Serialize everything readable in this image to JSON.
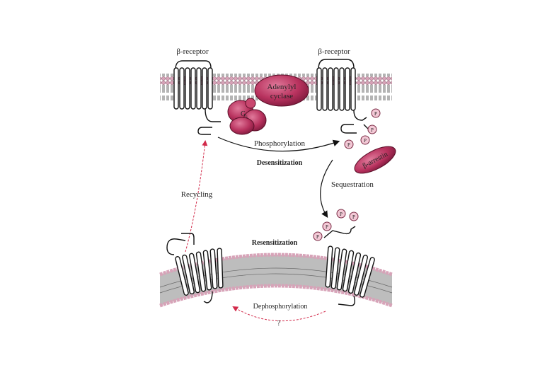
{
  "labels": {
    "receptor_left": "β-receptor",
    "receptor_right": "β-receptor",
    "adenylyl_line1": "Adenylyl",
    "adenylyl_line2": "cyclase",
    "g_protein": "G",
    "g_subscript": "s",
    "phosphorylation": "Phosphorylation",
    "desensitization": "Desensitization",
    "beta_arrestin": "β-arrestin",
    "sequestration": "Sequestration",
    "recycling": "Recycling",
    "resensitization": "Resensitization",
    "dephosphorylation": "Dephosphorylation",
    "question": "?",
    "phosphate": "P"
  },
  "colors": {
    "membrane_head": "#d7a3b8",
    "membrane_tail": "#555555",
    "protein": "#b8325e",
    "protein_dark": "#8e1f46",
    "phosphate_fill": "#f3c9d6",
    "recycle_arrow": "#d22a4a",
    "black_arrow": "#111111"
  }
}
